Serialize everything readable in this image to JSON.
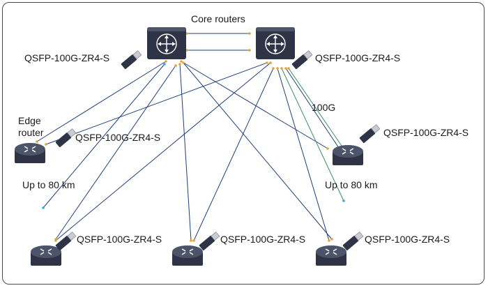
{
  "labels": {
    "core_routers": "Core routers",
    "edge_router": "Edge\nrouter",
    "optic_core_left": "QSFP-100G-ZR4-S",
    "optic_core_right": "QSFP-100G-ZR4-S",
    "optic_edge_left": "QSFP-100G-ZR4-S",
    "optic_edge_right": "QSFP-100G-ZR4-S",
    "optic_bottom_left": "QSFP-100G-ZR4-S",
    "optic_bottom_mid": "QSFP-100G-ZR4-S",
    "optic_bottom_right": "QSFP-100G-ZR4-S",
    "speed": "100G",
    "distance_left": "Up to 80 km",
    "distance_right": "Up to 80 km"
  },
  "colors": {
    "link": "#1f3f7a",
    "link_green": "#3b8a6e",
    "port_dot": "#e3a33a",
    "port_dot_blue": "#3fa7d6",
    "device_dark": "#2e3446",
    "router_top": "#4c5469",
    "frame": "#4a4a4a"
  },
  "icons": {
    "core_router": "core-switch-icon",
    "edge_router": "router-icon",
    "optic": "qsfp-transceiver-icon"
  }
}
